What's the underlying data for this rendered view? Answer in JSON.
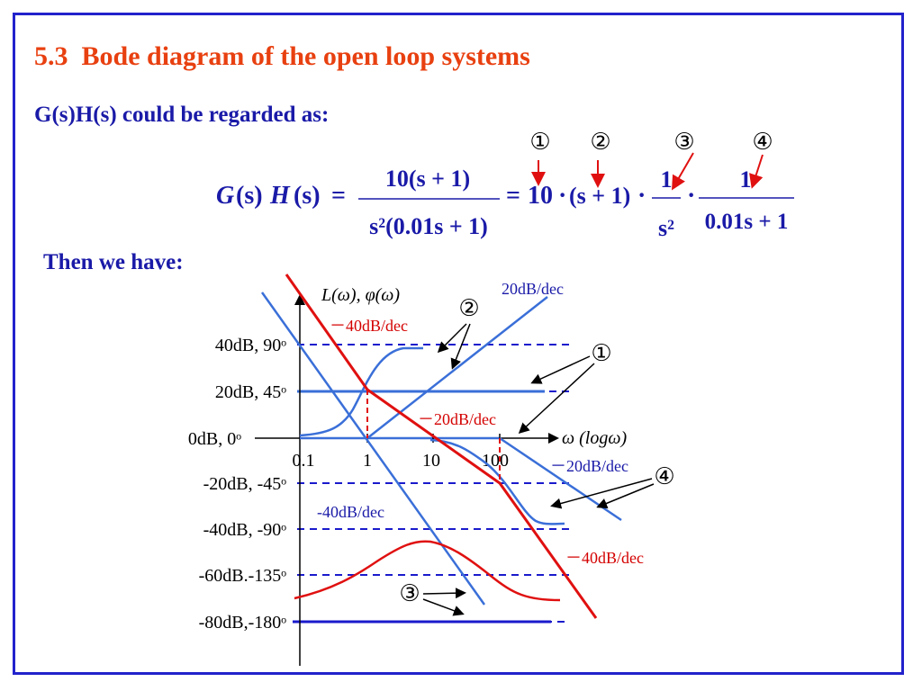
{
  "title": "5.3  Bode diagram of the open loop systems",
  "subtitle": "G(s)H(s) could be regarded as:",
  "then_text": "Then we have:",
  "equation": {
    "lhs_G": "G",
    "lhs_s1": "(s)",
    "lhs_H": "H",
    "lhs_s2": "(s)",
    "eq1": "=",
    "frac1_num": "10(s + 1)",
    "frac1_den": "s²(0.01s + 1)",
    "eq2": "=",
    "factor1": "10",
    "dot1": "·",
    "factor2": "(s + 1)",
    "dot2": "·",
    "factor3_num": "1",
    "factor3_den": "s²",
    "dot3": "·",
    "factor4_num": "1",
    "factor4_den": "0.01s + 1"
  },
  "term_markers": [
    "①",
    "②",
    "③",
    "④"
  ],
  "plot": {
    "ylabel": "L(ω), φ(ω)",
    "xlabel": "ω (logω)",
    "y_labels": [
      "40dB, 90ᵒ",
      "20dB, 45ᵒ",
      "0dB, 0ᵒ",
      "-20dB, -45ᵒ",
      "-40dB, -90ᵒ",
      "-60dB.-135ᵒ",
      "-80dB,-180ᵒ"
    ],
    "x_ticks": [
      "0.1",
      "1",
      "10",
      "100"
    ],
    "slope_labels": {
      "top_20": "20dB/dec",
      "red_m40_top": "－40dB/dec",
      "red_m20": "－20dB/dec",
      "blue_m20": "－20dB/dec",
      "blue_m40": "-40dB/dec",
      "red_m40_bottom": "－40dB/dec"
    },
    "callouts": [
      "②",
      "①",
      "④",
      "③"
    ]
  },
  "colors": {
    "title": "#e84010",
    "text_blue": "#1a1aa8",
    "frame": "#2222cc",
    "asymptote_blue": "#3a6fd8",
    "asymptote_red": "#e01010",
    "grid_dash": "#1a1acc"
  }
}
